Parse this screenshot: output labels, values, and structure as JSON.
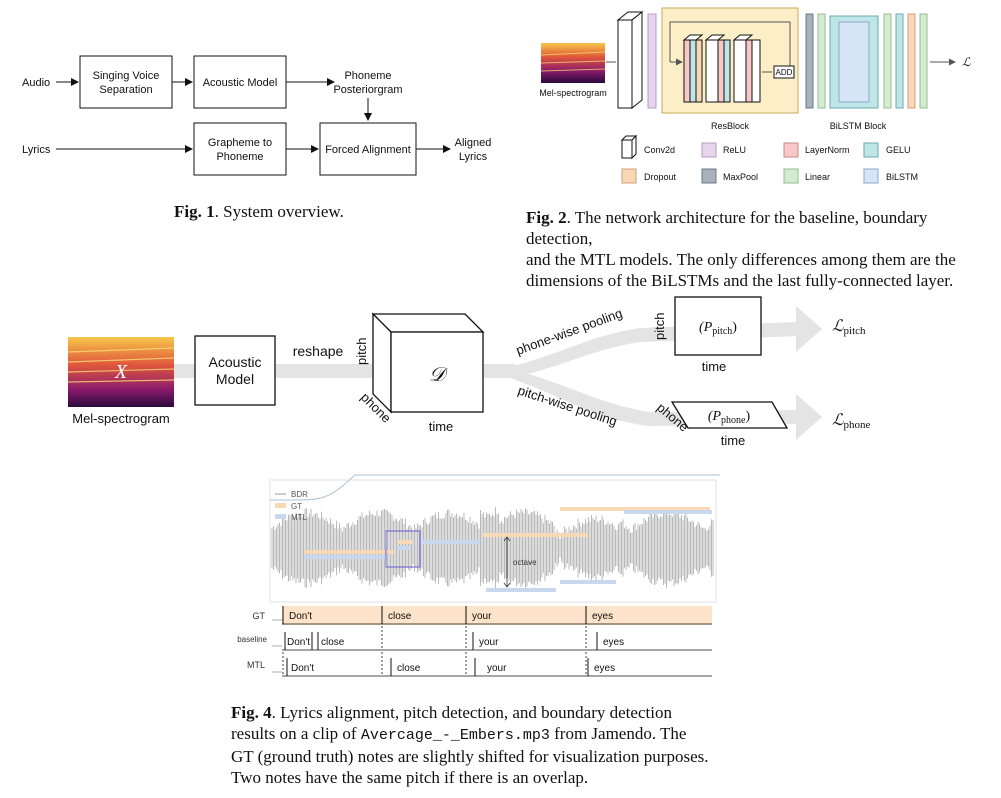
{
  "fig1": {
    "audio": "Audio",
    "lyrics": "Lyrics",
    "svs": [
      "Singing Voice",
      "Separation"
    ],
    "acoustic": "Acoustic Model",
    "posterior": [
      "Phoneme",
      "Posteriorgram"
    ],
    "g2p": [
      "Grapheme to",
      "Phoneme"
    ],
    "forced": "Forced Alignment",
    "aligned": [
      "Aligned",
      "Lyrics"
    ],
    "caption_label": "Fig. 1",
    "caption_text": ". System overview."
  },
  "fig2": {
    "mel": "Mel-spectrogram",
    "add": "ADD",
    "loss": "ℒ",
    "resblock": "ResBlock",
    "bilstm_block": "BiLSTM Block",
    "legend": [
      "Conv2d",
      "ReLU",
      "LayerNorm",
      "GELU",
      "Dropout",
      "MaxPool",
      "Linear",
      "BiLSTM"
    ],
    "legend_colors": [
      "#ffffff",
      "#e6d5ec",
      "#f7c8c8",
      "#bfe6e6",
      "#f9d9b5",
      "#a8b2bd",
      "#d5ecd3",
      "#d6e4f6"
    ],
    "caption_label": "Fig. 2",
    "caption_lines": [
      ". The network architecture for the baseline, boundary detection,",
      "and the MTL models.  The only differences among them are the",
      "dimensions of the BiLSTMs and the last fully-connected layer."
    ]
  },
  "fig3": {
    "x_symbol": "X",
    "mel": "Mel-spectrogram",
    "acoustic": [
      "Acoustic",
      "Model"
    ],
    "reshape": "reshape",
    "pitch": "pitch",
    "phone": "phone",
    "time": "time",
    "d_symbol": "𝒟",
    "phone_pool": "phone-wise pooling",
    "pitch_pool": "pitch-wise pooling",
    "p_pitch": "(P",
    "p_pitch_sub": "pitch",
    "p_phone_sub": "phone",
    "l_sym": "ℒ",
    "l_pitch_sub": "pitch",
    "l_phone_sub": "phone"
  },
  "fig4": {
    "legend": [
      "BDR",
      "GT",
      "MTL"
    ],
    "octave": "octave",
    "rows": [
      {
        "label": "GT",
        "words": [
          "Don't",
          "close",
          "your",
          "eyes"
        ]
      },
      {
        "label": "baseline",
        "words": [
          "Don't",
          "close",
          "your",
          "eyes"
        ]
      },
      {
        "label": "MTL",
        "words": [
          "Don't",
          "close",
          "your",
          "eyes"
        ]
      }
    ],
    "caption_label": "Fig. 4",
    "caption_line1": ".  Lyrics alignment, pitch detection, and boundary detection",
    "caption_line2_pre": "results on a clip of ",
    "caption_file": "Avercage_-_Embers.mp3",
    "caption_line2_post": " from Jamendo. The",
    "caption_line3": "GT (ground truth) notes are slightly shifted for visualization purposes.",
    "caption_line4": "Two notes have the same pitch if there is an overlap."
  }
}
